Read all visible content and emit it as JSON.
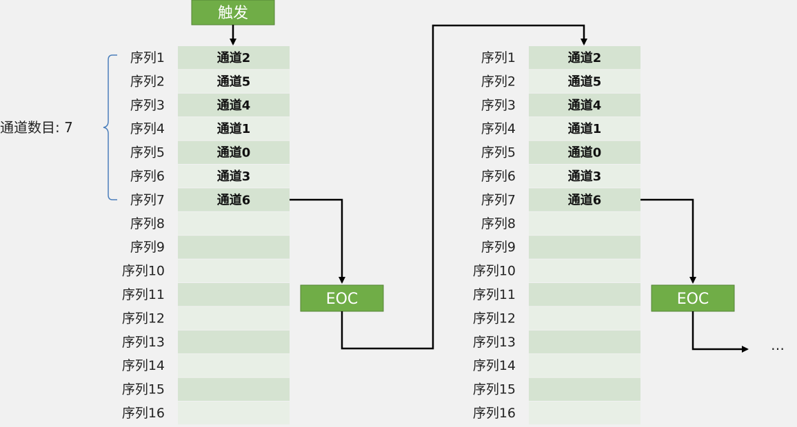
{
  "trigger_label": "触发",
  "channel_count_label": "通道数目: 7",
  "eoc_label": "EOC",
  "ellipsis": "…",
  "colors": {
    "background": "#f1f1f1",
    "box_fill": "#70ad47",
    "box_border": "#548235",
    "cell_dark": "#d5e3d1",
    "cell_light": "#e8efe6",
    "line": "#000000",
    "brace": "#4a7ebb"
  },
  "sequence_labels": [
    "序列1",
    "序列2",
    "序列3",
    "序列4",
    "序列5",
    "序列6",
    "序列7",
    "序列8",
    "序列9",
    "序列10",
    "序列11",
    "序列12",
    "序列13",
    "序列14",
    "序列15",
    "序列16"
  ],
  "channel_slots": [
    "通道2",
    "通道5",
    "通道4",
    "通道1",
    "通道0",
    "通道3",
    "通道6",
    "",
    "",
    "",
    "",
    "",
    "",
    "",
    "",
    ""
  ],
  "tables": [
    {
      "id": "first-conversion"
    },
    {
      "id": "second-conversion"
    }
  ]
}
